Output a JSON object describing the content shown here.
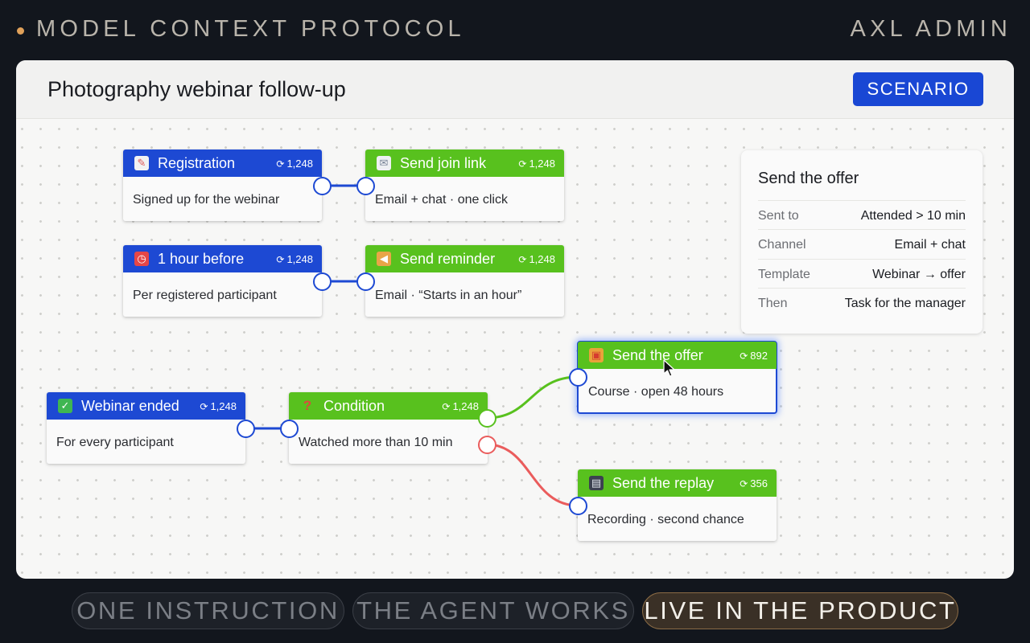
{
  "topbar": {
    "brand": "MODEL CONTEXT PROTOCOL",
    "admin": "AXL ADMIN",
    "accent": "#e0a15a"
  },
  "panel": {
    "title": "Photography webinar follow-up",
    "scenario_label": "SCENARIO"
  },
  "nodes": {
    "registration": {
      "icon": "memo-icon",
      "title": "Registration",
      "count": "1,248",
      "body": "Signed up for the webinar",
      "color": "#1d49d3"
    },
    "send_join_link": {
      "icon": "envelope-icon",
      "title": "Send join link",
      "count": "1,248",
      "body": "Email + chat · one click",
      "color": "#58c11e"
    },
    "hour_before": {
      "icon": "alarm-clock-icon",
      "title": "1 hour before",
      "count": "1,248",
      "body": "Per registered participant",
      "color": "#1d49d3"
    },
    "send_reminder": {
      "icon": "megaphone-icon",
      "title": "Send reminder",
      "count": "1,248",
      "body": "Email · “Starts in an hour”",
      "color": "#58c11e"
    },
    "webinar_ended": {
      "icon": "check-icon",
      "title": "Webinar ended",
      "count": "1,248",
      "body": "For every participant",
      "color": "#1d49d3"
    },
    "condition": {
      "icon": "question-icon",
      "title": "Condition",
      "count": "1,248",
      "body": "Watched more than 10 min",
      "color": "#58c11e"
    },
    "send_offer": {
      "icon": "gift-icon",
      "title": "Send the offer",
      "count": "892",
      "body": "Course · open 48 hours",
      "color": "#58c11e"
    },
    "send_replay": {
      "icon": "clapper-icon",
      "title": "Send the replay",
      "count": "356",
      "body": "Recording · second chance",
      "color": "#58c11e"
    }
  },
  "details": {
    "title": "Send the offer",
    "rows": [
      {
        "key": "Sent to",
        "value": "Attended > 10 min"
      },
      {
        "key": "Channel",
        "value": "Email + chat"
      },
      {
        "key": "Template",
        "value": "Webinar → offer"
      },
      {
        "key": "Then",
        "value": "Task for the manager"
      }
    ]
  },
  "steps": [
    {
      "label": "ONE INSTRUCTION",
      "active": false
    },
    {
      "label": "THE AGENT WORKS",
      "active": false
    },
    {
      "label": "LIVE IN THE PRODUCT",
      "active": true
    }
  ],
  "colors": {
    "blue": "#1d49d3",
    "green": "#58c11e",
    "red": "#ea5c5c",
    "scenario_button": "#1947d4"
  }
}
